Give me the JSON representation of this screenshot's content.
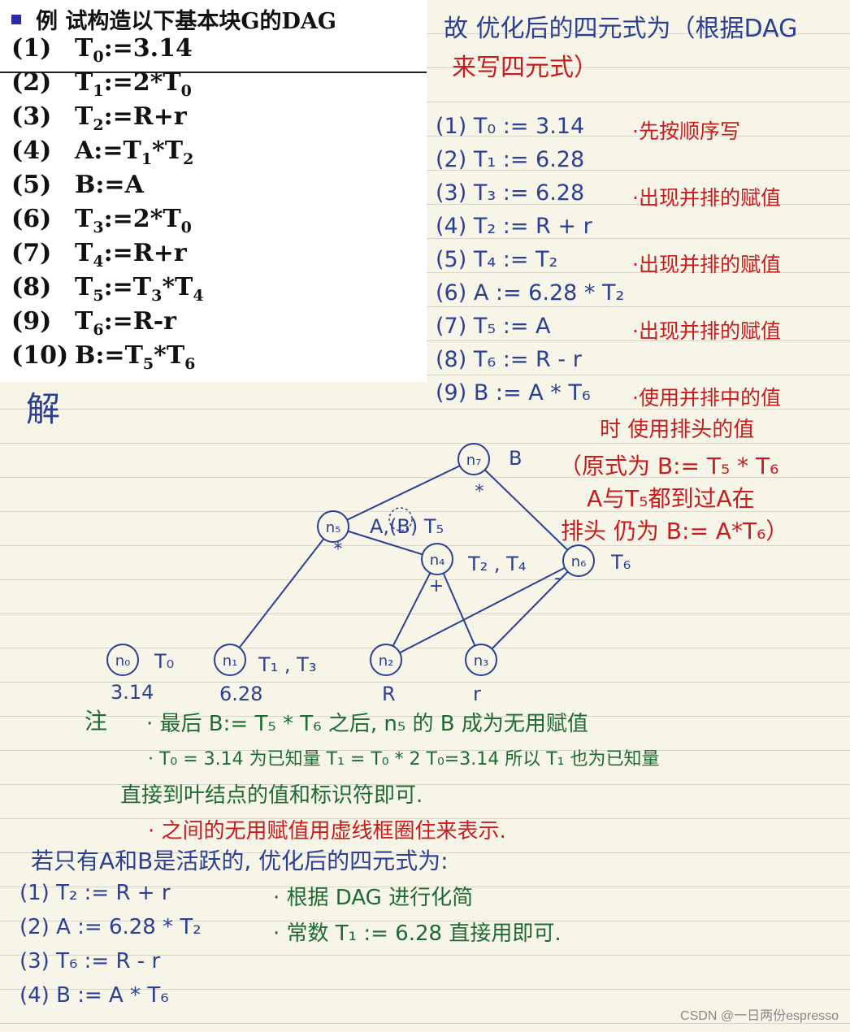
{
  "printed": {
    "title": "例  试构造以下基本块G的DAG",
    "statements": [
      {
        "num": "(1)",
        "parts": [
          [
            "T",
            "0"
          ],
          [
            ":=3.14",
            ""
          ]
        ]
      },
      {
        "num": "(2)",
        "parts": [
          [
            "T",
            "1"
          ],
          [
            ":=2*T",
            "0"
          ]
        ]
      },
      {
        "num": "(3)",
        "parts": [
          [
            "T",
            "2"
          ],
          [
            ":=R+r",
            ""
          ]
        ]
      },
      {
        "num": "(4)",
        "parts": [
          [
            "A:=T",
            "1"
          ],
          [
            "*T",
            "2"
          ]
        ]
      },
      {
        "num": "(5)",
        "parts": [
          [
            "B:=A",
            ""
          ]
        ]
      },
      {
        "num": "(6)",
        "parts": [
          [
            "T",
            "3"
          ],
          [
            ":=2*T",
            "0"
          ]
        ]
      },
      {
        "num": "(7)",
        "parts": [
          [
            "T",
            "4"
          ],
          [
            ":=R+r",
            ""
          ]
        ]
      },
      {
        "num": "(8)",
        "parts": [
          [
            "T",
            "5"
          ],
          [
            ":=T",
            "3"
          ],
          [
            "*T",
            "4"
          ]
        ]
      },
      {
        "num": "(9)",
        "parts": [
          [
            "T",
            "6"
          ],
          [
            ":=R-r",
            ""
          ]
        ]
      },
      {
        "num": "(10)",
        "parts": [
          [
            "B:=T",
            "5"
          ],
          [
            "*T",
            "6"
          ]
        ]
      }
    ]
  },
  "header_note": {
    "line1": "故 优化后的四元式为（根据DAG",
    "line2": "来写四元式）"
  },
  "optimized": [
    {
      "text": "(1)  T₀ := 3.14",
      "note": "·先按顺序写"
    },
    {
      "text": "(2)  T₁ := 6.28",
      "note": ""
    },
    {
      "text": "(3)  T₃ := 6.28",
      "note": "·出现并排的赋值"
    },
    {
      "text": "(4)  T₂ := R + r",
      "note": ""
    },
    {
      "text": "(5)  T₄ := T₂",
      "note": "·出现并排的赋值"
    },
    {
      "text": "(6)  A := 6.28 * T₂",
      "note": ""
    },
    {
      "text": "(7)  T₅ := A",
      "note": "·出现并排的赋值"
    },
    {
      "text": "(8)  T₆ := R - r",
      "note": ""
    },
    {
      "text": "(9)  B := A * T₆",
      "note": "·使用并排中的值"
    }
  ],
  "notes_red": [
    "时 使用排头的值",
    "（原式为 B:= T₅ * T₆",
    "A与T₅都到过A在",
    "排头 仍为 B:= A*T₆）"
  ],
  "solution_label": "解",
  "dag": {
    "nodes": [
      {
        "id": "n₇",
        "op": "*",
        "labels": "B"
      },
      {
        "id": "n₅",
        "op": "*",
        "labels": "A,(B) T₅"
      },
      {
        "id": "n₄",
        "op": "+",
        "labels": "T₂ , T₄"
      },
      {
        "id": "n₆",
        "op": "-",
        "labels": "T₆"
      },
      {
        "id": "n₀",
        "op": "",
        "labels": "T₀",
        "leaf": "3.14"
      },
      {
        "id": "n₁",
        "op": "",
        "labels": "T₁ , T₃",
        "leaf": "6.28"
      },
      {
        "id": "n₂",
        "op": "",
        "labels": "",
        "leaf": "R"
      },
      {
        "id": "n₃",
        "op": "",
        "labels": "",
        "leaf": "r"
      }
    ]
  },
  "notes_green": {
    "label": "注",
    "line1": "· 最后 B:= T₅ * T₆ 之后, n₅ 的 B 成为无用赋值",
    "line2": "· T₀ = 3.14 为已知量   T₁ = T₀ * 2   T₀=3.14 所以 T₁ 也为已知量",
    "line3": "直接到叶结点的值和标识符即可."
  },
  "note_red_bottom": "· 之间的无用赋值用虚线框圈住来表示.",
  "final": {
    "heading": "若只有A和B是活跃的, 优化后的四元式为:",
    "lines": [
      "(1)  T₂ :=  R + r",
      "(2)  A := 6.28 * T₂",
      "(3)  T₆ :=  R - r",
      "(4)  B := A * T₆"
    ],
    "notes": [
      "· 根据 DAG 进行化简",
      "· 常数 T₁ := 6.28 直接用即可."
    ]
  },
  "watermark": "CSDN @一日两份espresso"
}
